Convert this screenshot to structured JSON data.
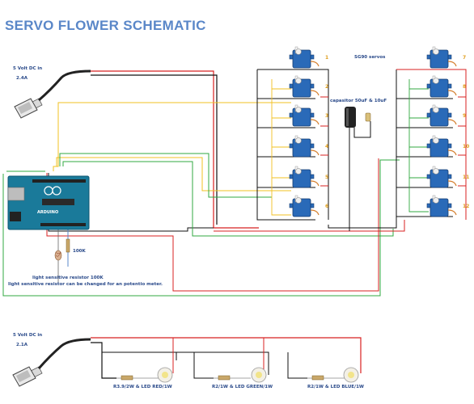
{
  "title": "SERVO FLOWER SCHEMATIC",
  "power_top": {
    "label": "5 Volt DC in",
    "current": "2.4A"
  },
  "power_bottom": {
    "label": "5 Volt DC in",
    "current": "2.1A"
  },
  "servo_type": "SG90 servos",
  "capacitor": "capasitor 50uF & 10uF",
  "resistor_100k": "100K",
  "ldr_label": "light sensitive resistor 100K",
  "ldr_note": "light sensitive resistor can be changed for an potentio meter.",
  "servo_numbers_left": [
    "1",
    "2",
    "3",
    "4",
    "5",
    "6"
  ],
  "servo_numbers_right": [
    "7",
    "8",
    "9",
    "10",
    "11",
    "12"
  ],
  "leds": [
    {
      "label": "R3.9/2W & LED  RED/1W",
      "color": "#e23030"
    },
    {
      "label": "R2/1W & LED GREEN/1W",
      "color": "#2a9a3a"
    },
    {
      "label": "R2/1W & LED BLUE/1W",
      "color": "#2a50c0"
    }
  ],
  "colors": {
    "red": "#d82020",
    "black": "#111111",
    "yellow": "#f2c020",
    "green": "#30a840",
    "servo_blue": "#2a6ab8",
    "arduino": "#1a7a9a"
  }
}
